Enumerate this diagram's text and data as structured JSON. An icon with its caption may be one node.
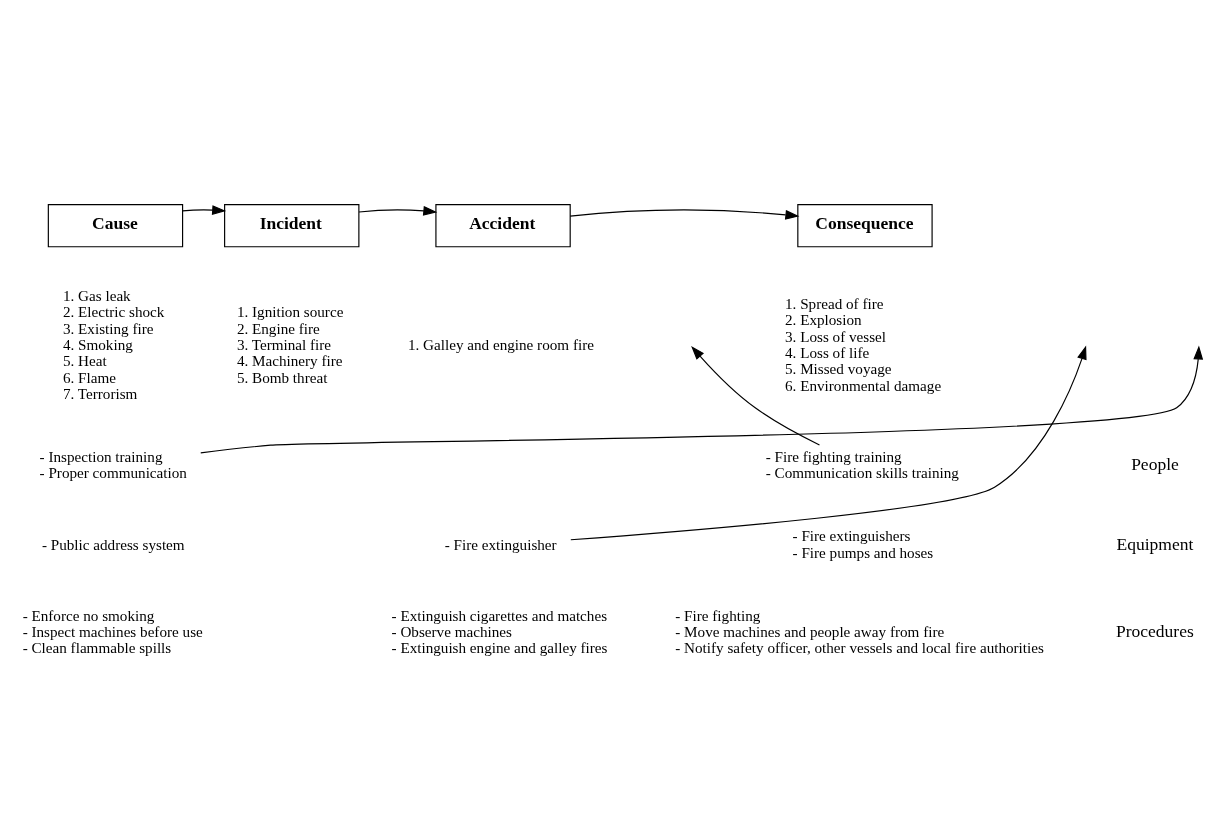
{
  "diagram": {
    "nodes": [
      {
        "text": [
          "Cause"
        ]
      },
      {
        "text": [
          "Incident"
        ]
      },
      {
        "text": [
          "Accident"
        ]
      },
      {
        "text": [
          "Consequence"
        ]
      },
      {
        "text": [
          "- Inspection training",
          "- Proper communication"
        ]
      },
      {
        "text": [
          "- Fire extinguisher"
        ]
      },
      {
        "text": [
          "- Fire fighting training",
          "- Communication skills training"
        ]
      }
    ],
    "edges": [
      {
        "from": 0,
        "to": 1,
        "arrow": "to"
      },
      {
        "from": 1,
        "to": 2,
        "arrow": "to"
      },
      {
        "from": 2,
        "to": 3,
        "arrow": "to"
      },
      {
        "from": 4,
        "to": null,
        "arrow": "to"
      },
      {
        "from": 5,
        "to": null,
        "arrow": "to"
      },
      {
        "from": 6,
        "to": null,
        "arrow": "to"
      }
    ],
    "labels": [
      "1. Gas leak",
      "2. Electric shock",
      "3. Existing fire",
      "4. Smoking",
      "5. Heat",
      "6. Flame",
      "7. Terrorism",
      "1. Ignition source",
      "2. Engine fire",
      "3. Terminal fire",
      "4. Machinery fire",
      "5. Bomb threat",
      "1. Galley and engine room fire",
      "1. Spread of fire",
      "2. Explosion",
      "3. Loss of vessel",
      "4. Loss of life",
      "5. Missed voyage",
      "6. Environmental damage",
      "People",
      "Equipment",
      "- Public address system",
      "- Fire extinguishers",
      "- Fire pumps and hoses",
      "Procedures",
      "- Enforce no smoking",
      "- Inspect machines before use",
      "- Clean flammable spills",
      "- Extinguish cigarettes and matches",
      "- Observe machines",
      "- Extinguish engine and galley fires",
      "- Fire fighting",
      "- Move machines and people away from fire",
      "- Notify safety officer, other vessels and local fire authorities"
    ]
  }
}
